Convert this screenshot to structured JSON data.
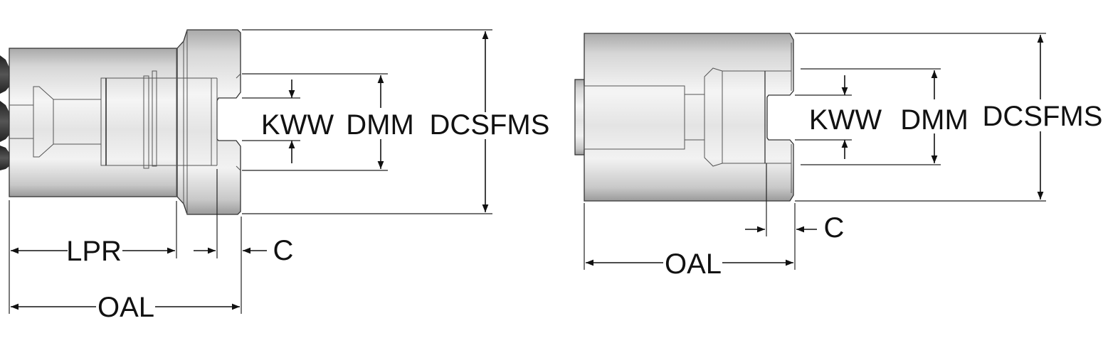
{
  "left_view": {
    "labels": {
      "kww": "KWW",
      "dmm": "DMM",
      "dcsfms": "DCSFMS",
      "lpr": "LPR",
      "c": "C",
      "oal": "OAL"
    }
  },
  "right_view": {
    "labels": {
      "kww": "KWW",
      "dmm": "DMM",
      "dcsfms": "DCSFMS",
      "c": "C",
      "oal": "OAL"
    }
  },
  "colors": {
    "metal_light": "#f4f4f4",
    "metal_dark": "#a9a9a9",
    "line": "#111111"
  }
}
